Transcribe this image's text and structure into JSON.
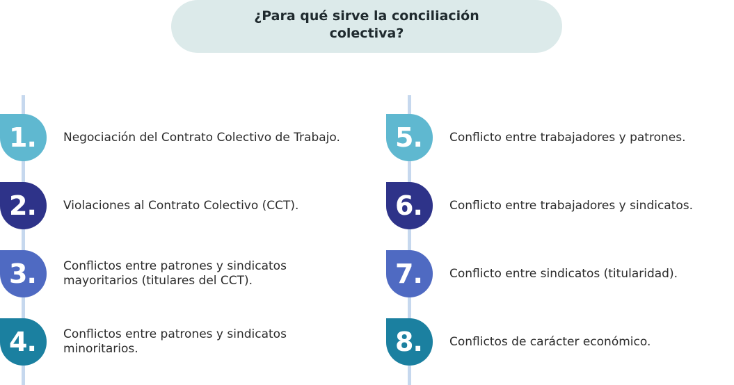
{
  "title": "¿Para qué sirve la conciliación colectiva?",
  "items": [
    {
      "number": "1.",
      "text": "Negociación del Contrato Colectivo de Trabajo.",
      "color": "#5fb8d0"
    },
    {
      "number": "2.",
      "text": "Violaciones al Contrato Colectivo (CCT).",
      "color": "#2e3389"
    },
    {
      "number": "3.",
      "text": "Conflictos entre patrones y sindicatos mayoritarios (titulares del CCT).",
      "color": "#4f6ac2"
    },
    {
      "number": "4.",
      "text": "Conflictos entre patrones y sindicatos minoritarios.",
      "color": "#1b80a0"
    },
    {
      "number": "5.",
      "text": "Conflicto entre trabajadores y patrones.",
      "color": "#5fb8d0"
    },
    {
      "number": "6.",
      "text": "Conflicto entre trabajadores y sindicatos.",
      "color": "#2e3389"
    },
    {
      "number": "7.",
      "text": "Conflicto entre sindicatos (titularidad).",
      "color": "#4f6ac2"
    },
    {
      "number": "8.",
      "text": "Conflictos de carácter económico.",
      "color": "#1b80a0"
    }
  ]
}
